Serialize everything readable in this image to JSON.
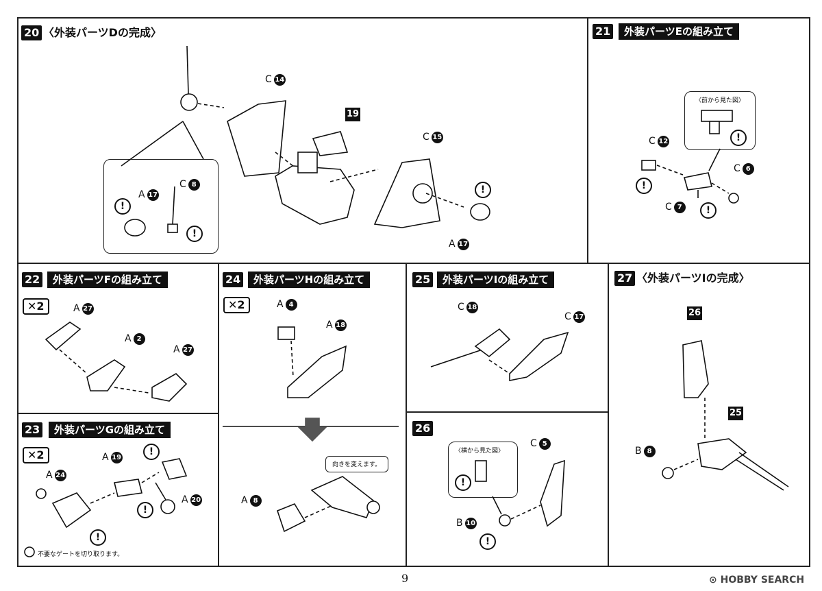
{
  "steps": {
    "s20": {
      "num": "20",
      "title": "〈外装パーツDの完成〉"
    },
    "s21": {
      "num": "21",
      "title": "外装パーツEの組み立て",
      "callout": "〈前から見た図〉"
    },
    "s22": {
      "num": "22",
      "title": "外装パーツFの組み立て",
      "multiplier": "✕2"
    },
    "s23": {
      "num": "23",
      "title": "外装パーツGの組み立て",
      "multiplier": "✕2",
      "footnote": "不要なゲートを切り取ります。"
    },
    "s24": {
      "num": "24",
      "title": "外装パーツHの組み立て",
      "multiplier": "✕2",
      "callout": "向きを変えます。"
    },
    "s25": {
      "num": "25",
      "title": "外装パーツIの組み立て"
    },
    "s26": {
      "num": "26",
      "callout": "〈横から見た図〉"
    },
    "s27": {
      "num": "27",
      "title": "〈外装パーツIの完成〉"
    }
  },
  "parts": {
    "s20": [
      {
        "runner": "C",
        "num": "14"
      },
      {
        "runner": "",
        "num": "19"
      },
      {
        "runner": "C",
        "num": "15"
      },
      {
        "runner": "A",
        "num": "17"
      },
      {
        "runner": "C",
        "num": "8"
      },
      {
        "runner": "A",
        "num": "17"
      }
    ],
    "s21": [
      {
        "runner": "C",
        "num": "12"
      },
      {
        "runner": "C",
        "num": "6"
      },
      {
        "runner": "C",
        "num": "7"
      }
    ],
    "s22": [
      {
        "runner": "A",
        "num": "27"
      },
      {
        "runner": "A",
        "num": "2"
      },
      {
        "runner": "A",
        "num": "27"
      }
    ],
    "s23": [
      {
        "runner": "A",
        "num": "19"
      },
      {
        "runner": "A",
        "num": "24"
      },
      {
        "runner": "A",
        "num": "20"
      }
    ],
    "s24": [
      {
        "runner": "A",
        "num": "4"
      },
      {
        "runner": "A",
        "num": "18"
      },
      {
        "runner": "A",
        "num": "8"
      }
    ],
    "s25": [
      {
        "runner": "C",
        "num": "18"
      },
      {
        "runner": "C",
        "num": "17"
      }
    ],
    "s26": [
      {
        "runner": "C",
        "num": "5"
      },
      {
        "runner": "B",
        "num": "10"
      }
    ],
    "s27": [
      {
        "runner": "",
        "num": "26"
      },
      {
        "runner": "",
        "num": "25"
      },
      {
        "runner": "B",
        "num": "8"
      }
    ]
  },
  "warning_symbol": "!",
  "page_number": "9",
  "watermark": "HOBBY SEARCH"
}
